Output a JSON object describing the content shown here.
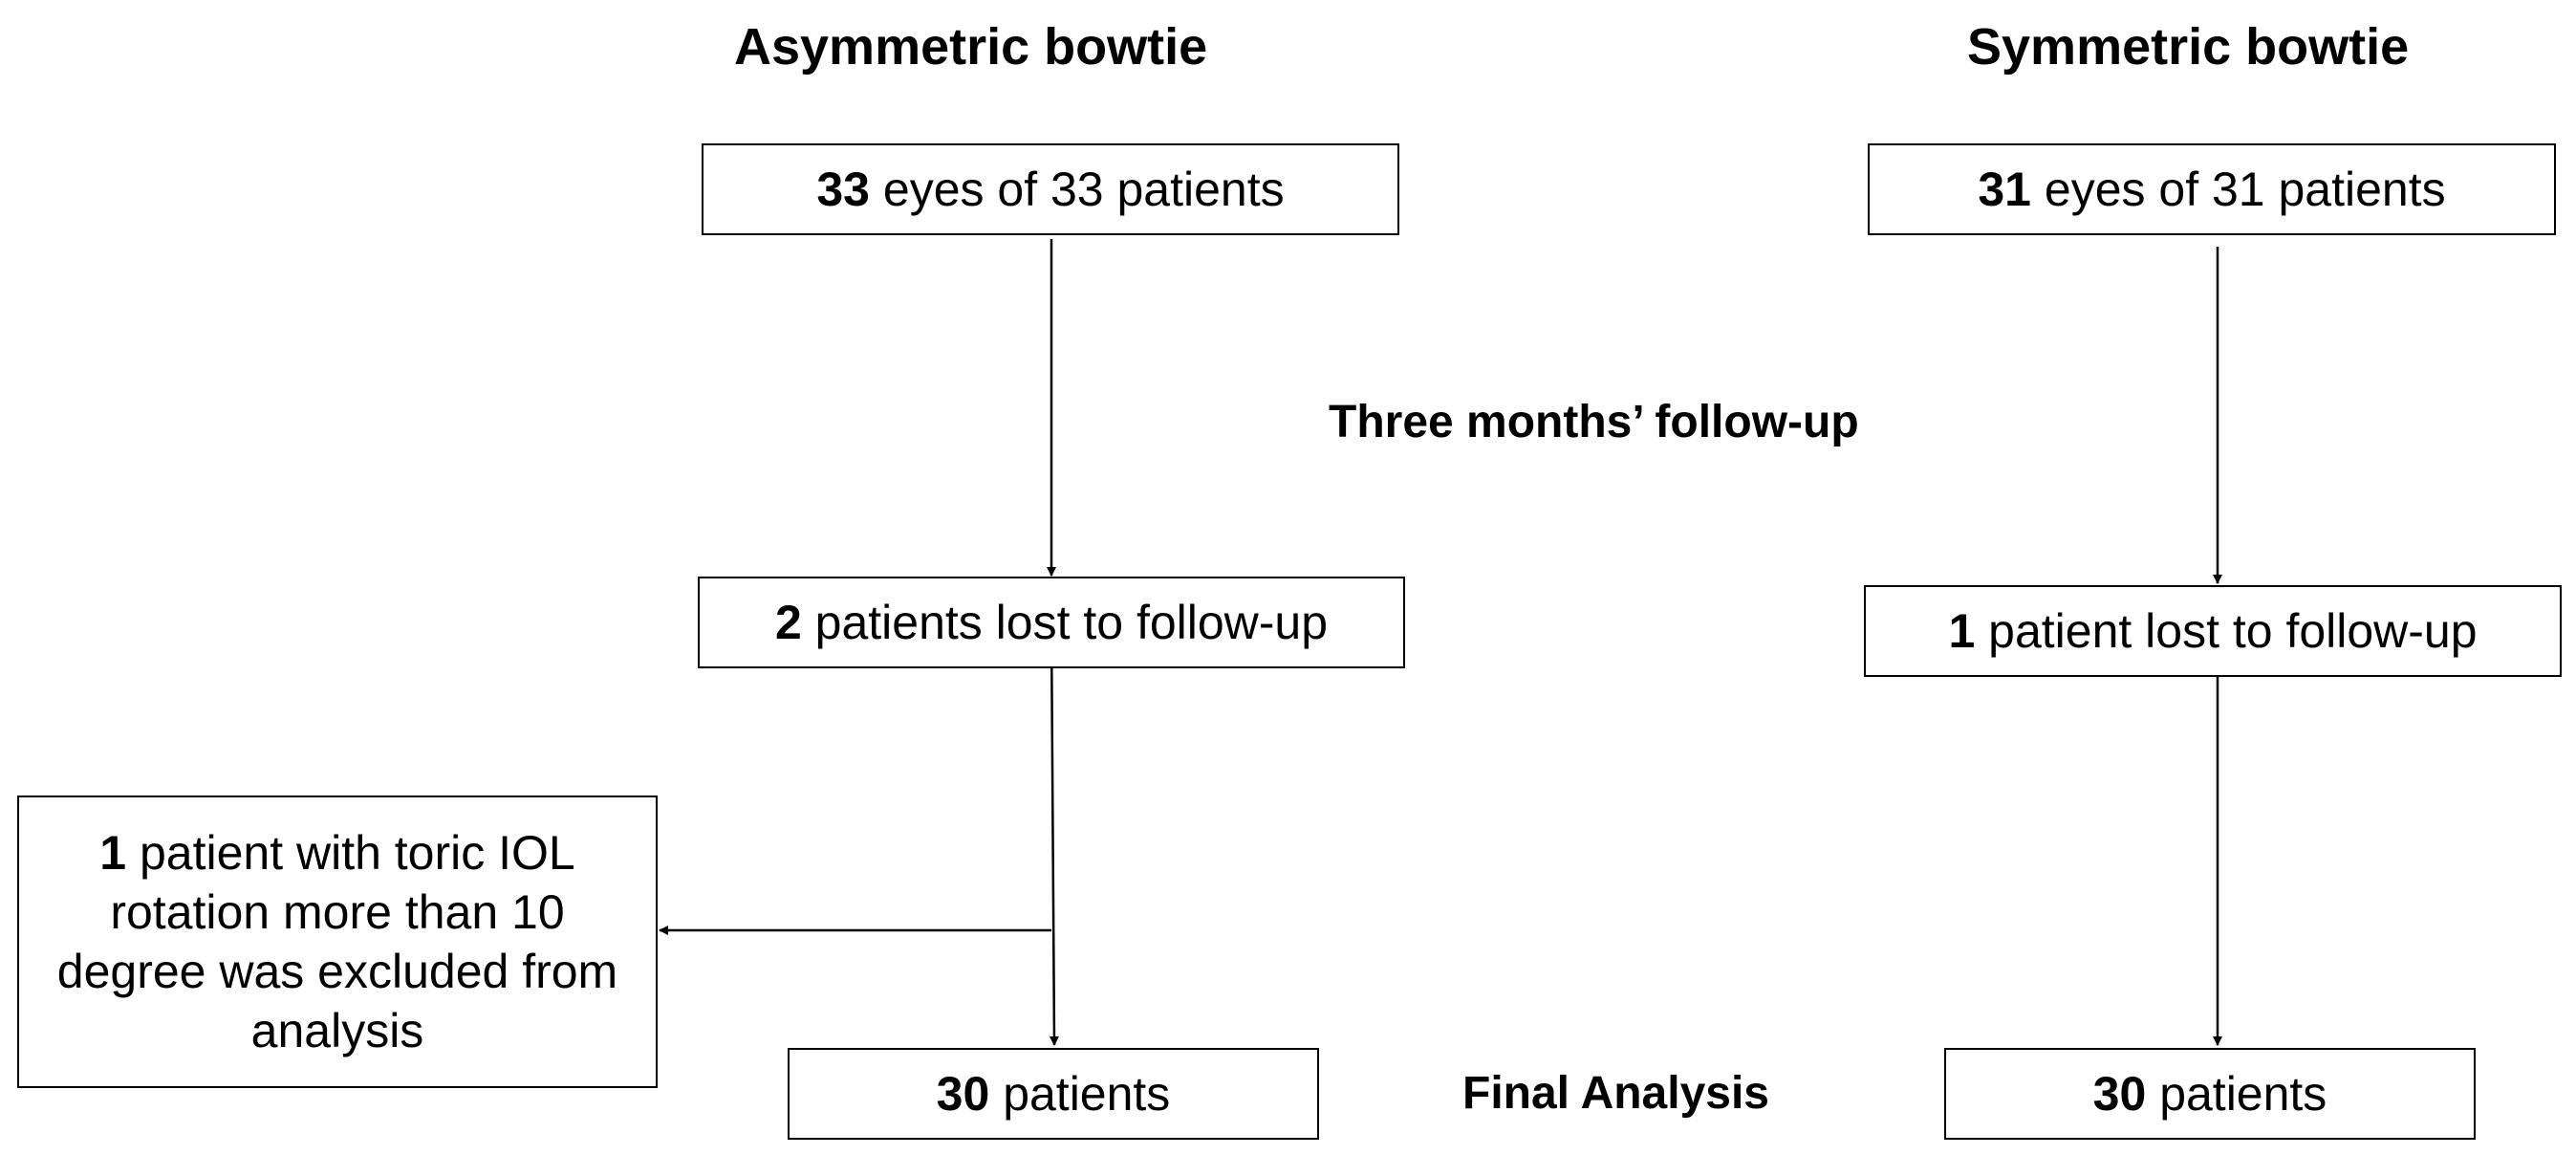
{
  "groups": {
    "asymmetric": {
      "title": "Asymmetric bowtie",
      "enrolled": {
        "count": "33",
        "rest": " eyes of 33 patients"
      },
      "lost": {
        "count": "2",
        "rest": " patients lost to follow-up"
      },
      "excluded": {
        "count": "1",
        "rest": " patient with toric IOL rotation more than 10 degree was excluded from analysis"
      },
      "final": {
        "count": "30",
        "rest": " patients"
      }
    },
    "symmetric": {
      "title": "Symmetric bowtie",
      "enrolled": {
        "count": "31",
        "rest": " eyes of 31 patients"
      },
      "lost": {
        "count": "1",
        "rest": " patient lost to follow-up"
      },
      "final": {
        "count": "30",
        "rest": " patients"
      }
    }
  },
  "stages": {
    "followup": "Three months’ follow-up",
    "final": "Final Analysis"
  }
}
